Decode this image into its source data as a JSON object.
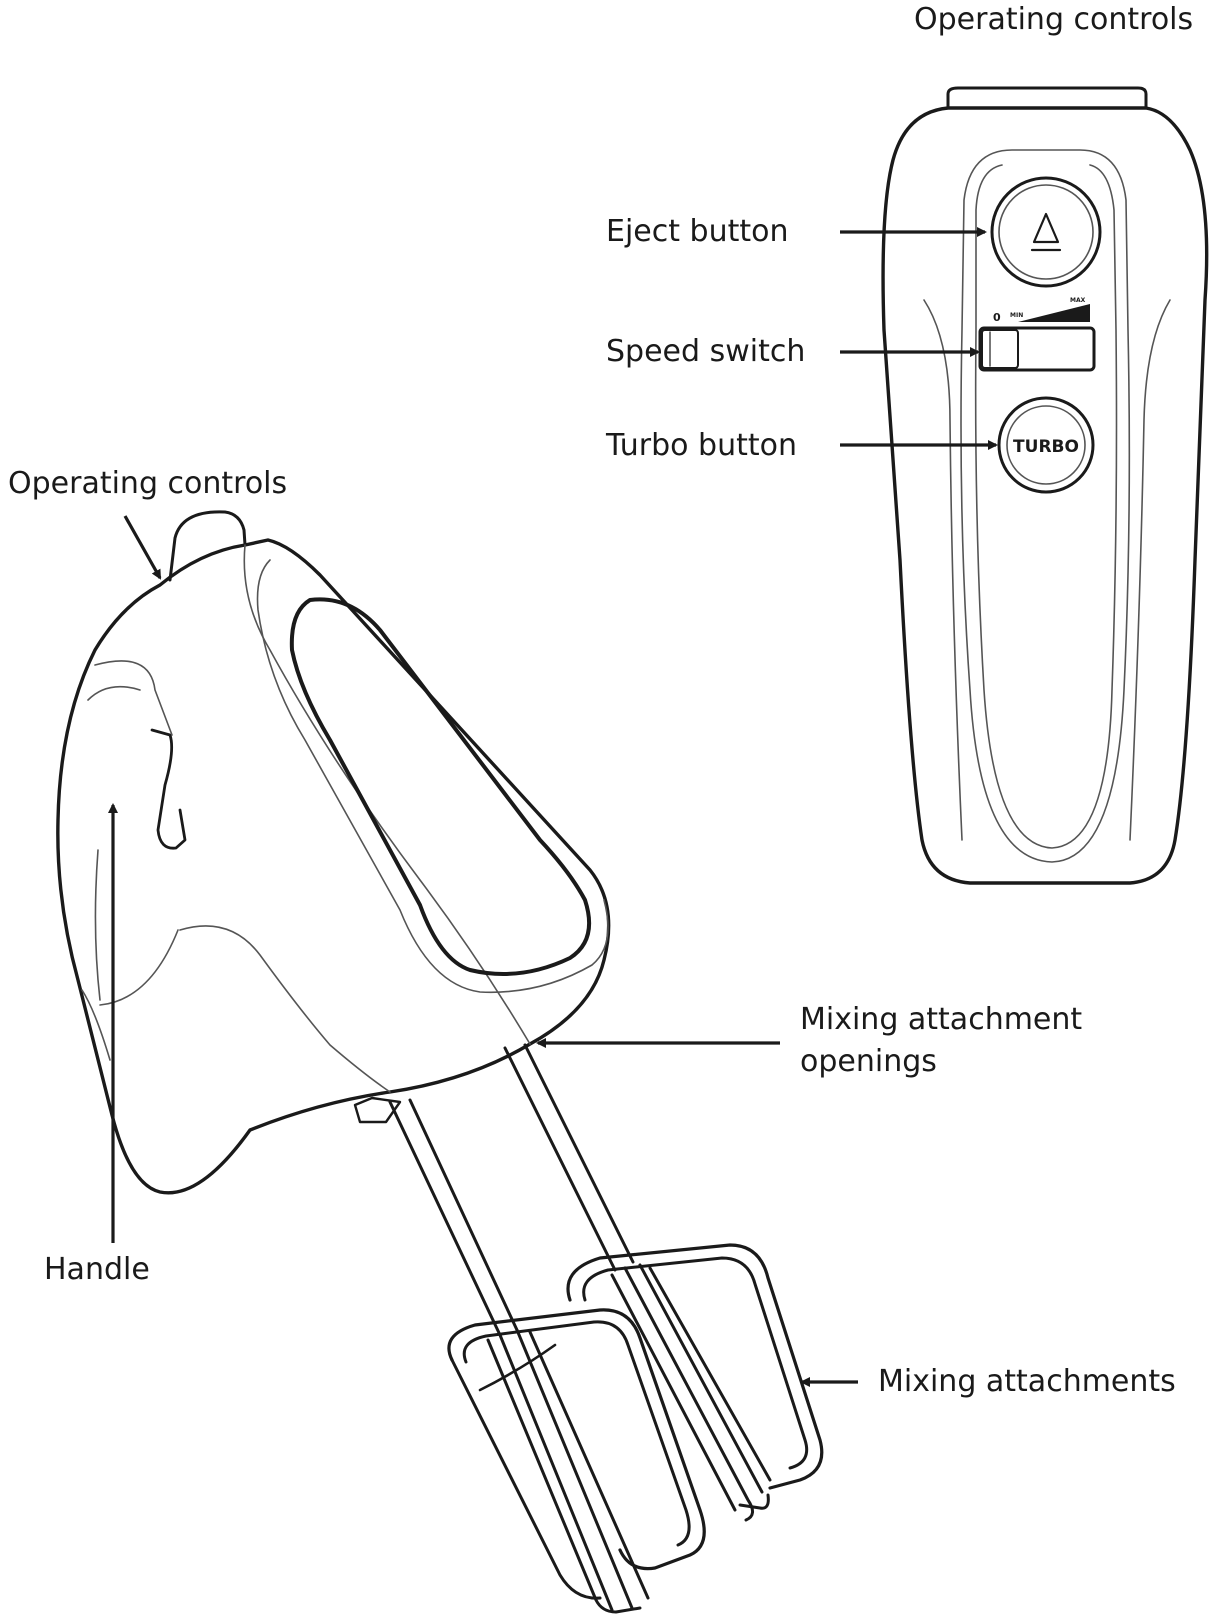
{
  "labels": {
    "operating_controls_top": "Operating controls",
    "eject_button": "Eject button",
    "speed_switch": "Speed switch",
    "turbo_button": "Turbo button",
    "operating_controls_side": "Operating controls",
    "handle": "Handle",
    "mixing_attachment_openings_line1": "Mixing attachment",
    "mixing_attachment_openings_line2": "openings",
    "mixing_attachments": "Mixing attachments"
  },
  "device_markings": {
    "turbo": "TURBO",
    "speed_zero": "0",
    "speed_min": "MIN",
    "speed_max": "MAX"
  }
}
